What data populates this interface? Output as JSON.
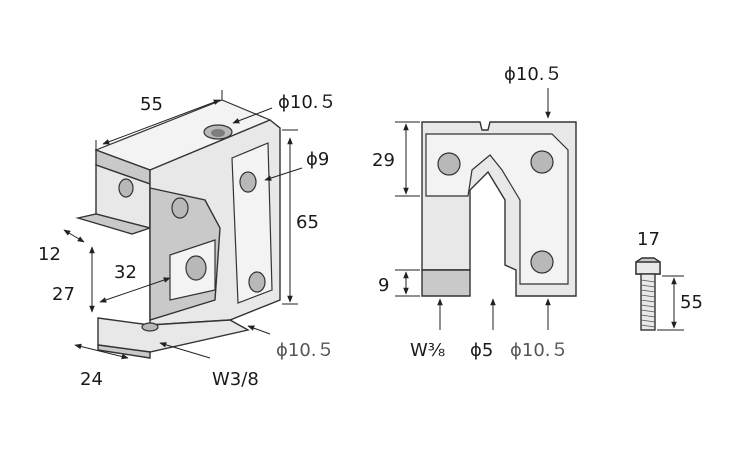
{
  "labels": {
    "iso_length": "55",
    "iso_hole_top": "ϕ10.５",
    "iso_hole_side": "ϕ9",
    "iso_height": "65",
    "iso_lip": "12",
    "iso_slot": "32",
    "iso_inner": "27",
    "iso_depth": "24",
    "iso_bolt": "W3/8",
    "iso_hole_bottom": "ϕ10.５",
    "front_hole_top": "ϕ10.５",
    "front_upper": "29",
    "front_lower": "9",
    "front_w": "W⅜",
    "front_phi5": "ϕ5",
    "front_phi105": "ϕ10.５",
    "bolt_head": "17",
    "bolt_length": "55"
  }
}
